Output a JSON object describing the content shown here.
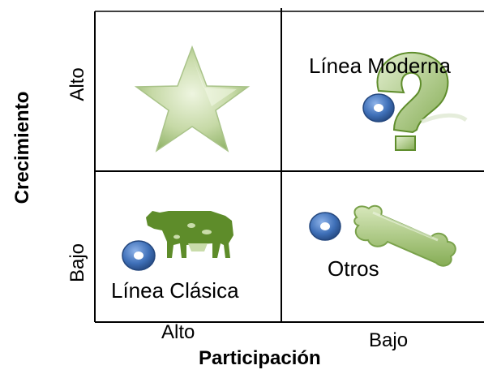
{
  "axis": {
    "y_title": "Crecimiento",
    "x_title": "Participación",
    "y_ticks": [
      "Alto",
      "Bajo"
    ],
    "x_ticks": [
      "Alto",
      "Bajo"
    ]
  },
  "quadrants": {
    "top_left": {
      "icon": "star-icon",
      "label": ""
    },
    "top_right": {
      "icon": "question-mark-icon",
      "label": "Línea Moderna"
    },
    "bottom_left": {
      "icon": "cow-icon",
      "label": "Línea Clásica"
    },
    "bottom_right": {
      "icon": "bone-icon",
      "label": "Otros"
    }
  },
  "markers": [
    "ring-marker-top-right",
    "ring-marker-bottom-left",
    "ring-marker-bottom-right"
  ],
  "colors": {
    "grid": "#000000",
    "green_light": "#c9dcaa",
    "green_mid": "#9bbf6a",
    "green_dark": "#5f8d2c",
    "ring_blue": "#3f70b8"
  }
}
